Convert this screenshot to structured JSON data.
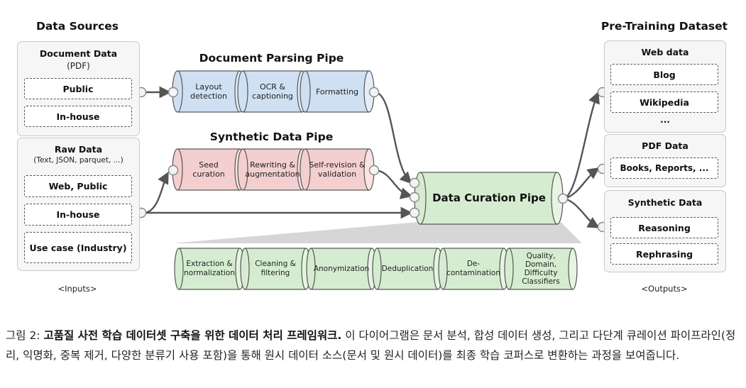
{
  "data_sources": {
    "title": "Data Sources",
    "document": {
      "title": "Document Data",
      "subtitle": "(PDF)",
      "items": [
        "Public",
        "In-house"
      ]
    },
    "raw": {
      "title": "Raw Data",
      "subtitle": "(Text, JSON, parquet, ...)",
      "items": [
        "Web, Public",
        "In-house",
        "Use case (Industry)"
      ]
    }
  },
  "document_pipe": {
    "title": "Document Parsing Pipe",
    "stages": [
      "Layout\ndetection",
      "OCR &\ncaptioning",
      "Formatting"
    ]
  },
  "synthetic_pipe": {
    "title": "Synthetic Data Pipe",
    "stages": [
      "Seed\ncuration",
      "Rewriting &\naugmentation",
      "Self-revision &\nvalidation"
    ]
  },
  "curation_pipe": {
    "title": "Data Curation Pipe",
    "stages": [
      "Extraction &\nnormalization",
      "Cleaning &\nfiltering",
      "Anonymization",
      "Deduplication",
      "De-\ncontamination",
      "Quality,\nDomain,\nDifficulty\nClassifiers"
    ]
  },
  "dataset": {
    "title": "Pre-Training Dataset",
    "web": {
      "title": "Web data",
      "items": [
        "Blog",
        "Wikipedia"
      ],
      "more": "..."
    },
    "pdf": {
      "title": "PDF Data",
      "items": [
        "Books, Reports, ..."
      ]
    },
    "synthetic": {
      "title": "Synthetic Data",
      "items": [
        "Reasoning",
        "Rephrasing"
      ]
    }
  },
  "inputs_label": "<Inputs>",
  "outputs_label": "<Outputs>",
  "caption": {
    "prefix": "그림 2: ",
    "bold": "고품질 사전 학습 데이터셋 구축을 위한 데이터 처리 프레임워크.",
    "text": " 이 다이어그램은 문서 분석, 합성 데이터 생성, 그리고 다단계 큐레이션 파이프라인(정리, 익명화, 중복 제거, 다양한 분류기 사용 포함)을 통해 원시 데이터 소스(문서 및 원시 데이터)를 최종 학습 코퍼스로 변환하는 과정을 보여줍니다."
  },
  "colors": {
    "blue": "#cfe0f3",
    "red": "#f3cfcf",
    "green": "#d6ecd0",
    "panel": "#e8e8e8"
  }
}
